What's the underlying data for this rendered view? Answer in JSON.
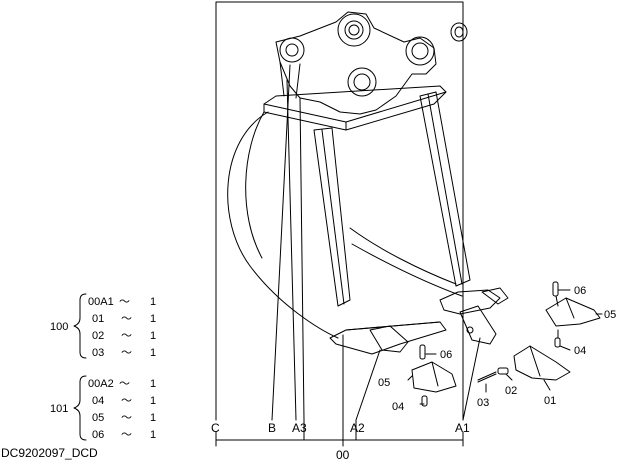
{
  "diagram": {
    "callouts": {
      "c": "C",
      "b": "B",
      "a3": "A3",
      "a2": "A2",
      "a1": "A1",
      "assembly": "00"
    },
    "parts": {
      "p06_right": "06",
      "p05_right": "05",
      "p04_right": "04",
      "p06_left": "06",
      "p05_left": "05",
      "p04_left": "04",
      "p03": "03",
      "p02": "02",
      "p01": "01"
    },
    "groups": [
      {
        "number": "100",
        "rows": [
          {
            "from": "00A1",
            "sep": "～",
            "qty": "1"
          },
          {
            "from": "01",
            "sep": "～",
            "qty": "1"
          },
          {
            "from": "02",
            "sep": "～",
            "qty": "1"
          },
          {
            "from": "03",
            "sep": "～",
            "qty": "1"
          }
        ]
      },
      {
        "number": "101",
        "rows": [
          {
            "from": "00A2",
            "sep": "～",
            "qty": "1"
          },
          {
            "from": "04",
            "sep": "～",
            "qty": "1"
          },
          {
            "from": "05",
            "sep": "～",
            "qty": "1"
          },
          {
            "from": "06",
            "sep": "～",
            "qty": "1"
          }
        ]
      }
    ],
    "drawing_code": "DC9202097_DCD"
  }
}
